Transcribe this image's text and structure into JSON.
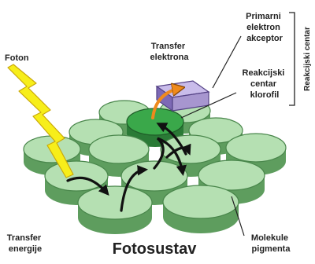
{
  "labels": {
    "foton": "Foton",
    "transfer_elektrona": [
      "Transfer",
      "elektrona"
    ],
    "primarni_akceptor": [
      "Primarni",
      "elektron",
      "akceptor"
    ],
    "reakcijski_centar_klorofil": [
      "Reakcijski",
      "centar",
      "klorofil"
    ],
    "reakcijski_centar_bracket": "Reakcijski centar",
    "transfer_energije": [
      "Transfer",
      "energije"
    ],
    "molekule_pigmenta": [
      "Molekule",
      "pigmenta"
    ],
    "fotosustav": "Fotosustav"
  },
  "colors": {
    "pigment_fill": "#b5e0b2",
    "pigment_edge": "#49864b",
    "reaction_center_fill": "#3aa84a",
    "acceptor_fill": "#a796cf",
    "acceptor_edge": "#544285",
    "photon": "#f7ee1a",
    "electron_arrow": "#ef8a1c",
    "arrow": "#111111"
  },
  "icons": {
    "photon": "lightning-bolt-icon",
    "acceptor": "purple-box-icon"
  }
}
